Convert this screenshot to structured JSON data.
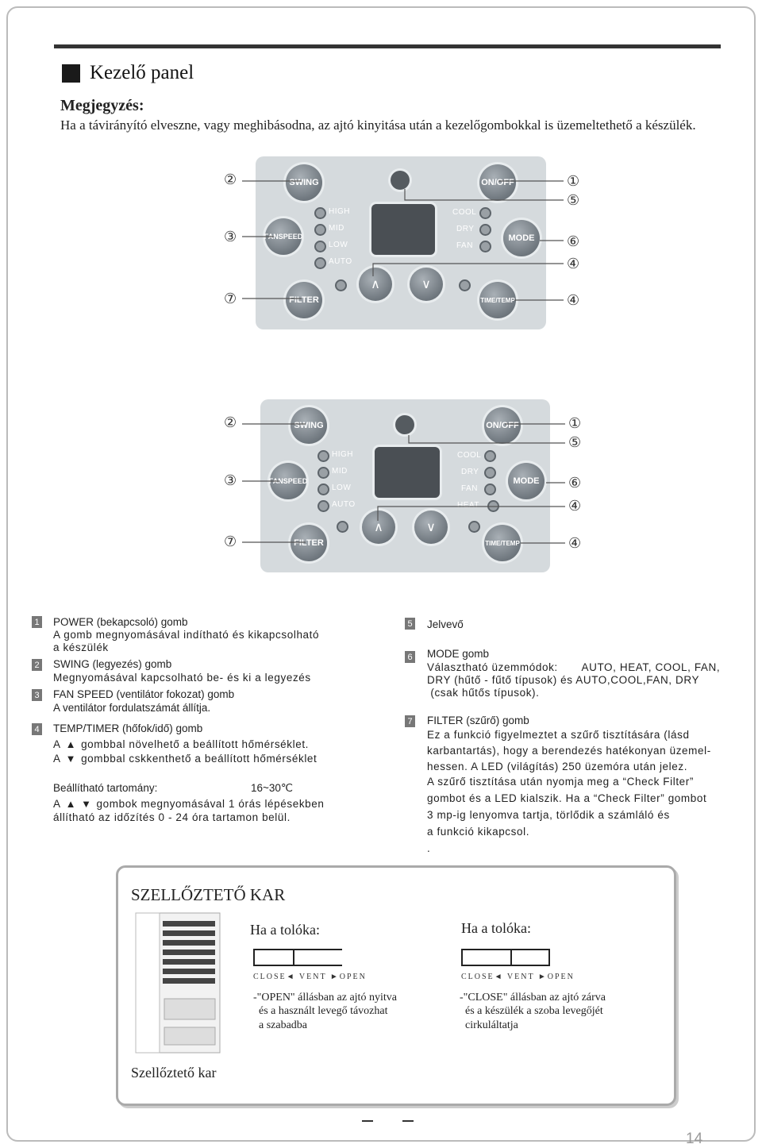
{
  "section_title": "Kezelő panel",
  "note": {
    "heading": "Megjegyzés:",
    "text": "Ha a távirányító elveszne, vagy meghibásodna, az ajtó kinyitása után a kezelőgombokkal is üzemeltethető a készülék."
  },
  "panel": {
    "buttons": {
      "swing": "SWING",
      "fanspeed": "FANSPEED",
      "filter": "FILTER",
      "onoff": "ON/OFF",
      "mode": "MODE",
      "timetemp": "TIME/TEMP"
    },
    "fan_labels": [
      "HIGH",
      "MID",
      "LOW",
      "AUTO"
    ],
    "mode_labels_1": [
      "COOL",
      "DRY",
      "FAN"
    ],
    "mode_labels_2": [
      "COOL",
      "DRY",
      "FAN",
      "HEAT"
    ],
    "callouts_left": [
      "②",
      "③",
      "⑦"
    ],
    "callouts_right": [
      "①",
      "⑤",
      "⑥",
      "④",
      "④"
    ]
  },
  "legend_left": [
    {
      "n": "1",
      "title": "POWER  (bekapcsoló) gomb",
      "lines": [
        "A gomb megnyomásával indítható és kikapcsolható",
        "a készülék"
      ]
    },
    {
      "n": "2",
      "title": "SWING (legyezés) gomb",
      "lines": [
        "Megnyomásával kapcsolható be- és ki a legyezés"
      ]
    },
    {
      "n": "3",
      "title": "FAN SPEED (ventilátor fokozat) gomb",
      "lines": [
        "A ventilátor fordulatszámát állítja."
      ]
    },
    {
      "n": "4",
      "title": "TEMP/TIMER (hőfok/idő) gomb",
      "up_line": "gombbal növelhető a beállított hőmérséklet.",
      "down_line": "gombbal cskkenthető a beállított hőmérséklet",
      "a": "A"
    }
  ],
  "range": {
    "label": "Beállítható tartomány:",
    "value": "16~30℃",
    "line1_a": "A",
    "line1": "gombok megnyomásával 1 órás lépésekben",
    "line2": "állítható az időzítés 0 - 24 óra tartamon belül."
  },
  "legend_right": [
    {
      "n": "5",
      "title": "Jelvevő"
    },
    {
      "n": "6",
      "title": "MODE gomb",
      "lines": [
        "Választható üzemmódok:       AUTO, HEAT, COOL, FAN,",
        "DRY (hűtő - fűtő típusok) és AUTO,COOL,FAN, DRY",
        " (csak hűtős típusok)."
      ]
    },
    {
      "n": "7",
      "title": "FILTER  (szűrő) gomb",
      "lines": [
        "Ez a funkció figyelmeztet a szűrő tisztítására (lásd",
        "karbantartás), hogy a berendezés hatékonyan üzemel-",
        "hessen. A LED (világítás) 250 üzemóra után jelez.",
        "A szűrő tisztítása után nyomja meg a “Check Filter”",
        "gombot és a LED kialszik. Ha a “Check Filter” gombot",
        "3 mp-ig lenyomva tartja, törlődik a számláló és",
        "a funkció kikapcsol.",
        "."
      ]
    }
  ],
  "vent": {
    "title": "SZELLŐZTETŐ KAR",
    "caption": "Szellőztető kar",
    "left": {
      "heading": "Ha a tolóka:",
      "scale": "CLOSE◄ VENT ►OPEN",
      "lines": [
        "-\"OPEN\" állásban az ajtó nyitva",
        "  és a használt levegő távozhat",
        "  a szabadba"
      ]
    },
    "right": {
      "heading": "Ha a tolóka:",
      "scale": "CLOSE◄ VENT ►OPEN",
      "lines": [
        "-\"CLOSE\" állásban az ajtó zárva",
        "  és a készülék a szoba levegőjét",
        "  cirkuláltatja"
      ]
    }
  },
  "page_number": "14"
}
